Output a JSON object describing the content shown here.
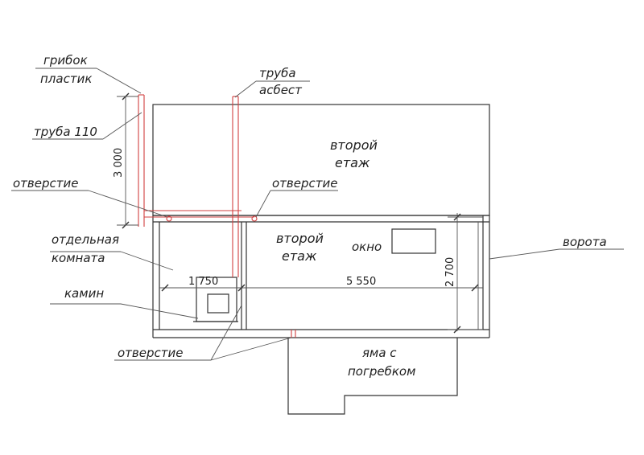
{
  "labels": {
    "gribok": "грибок",
    "plastik": "пластик",
    "truba_110": "труба 110",
    "truba": "труба",
    "asbest": "асбест",
    "otverstie_left": "отверстие",
    "otverstie_mid": "отверстие",
    "otverstie_bottom": "отверстие",
    "otdelnaya": "отдельная",
    "komnata": "комната",
    "kamin": "камин",
    "vtoroy_top": "второй",
    "etazh_top": "етаж",
    "vtoroy_mid": "второй",
    "etazh_mid": "етаж",
    "okno": "окно",
    "vorota": "ворота",
    "yama_c": "яма с",
    "pogrebkom": "погребком"
  },
  "dimensions": {
    "height_pipe": "3 000",
    "width_left": "1 750",
    "width_right": "5 550",
    "height_room": "2 700"
  },
  "colors": {
    "lines": "#333333",
    "pipes": "#d24040",
    "background": "#ffffff"
  }
}
